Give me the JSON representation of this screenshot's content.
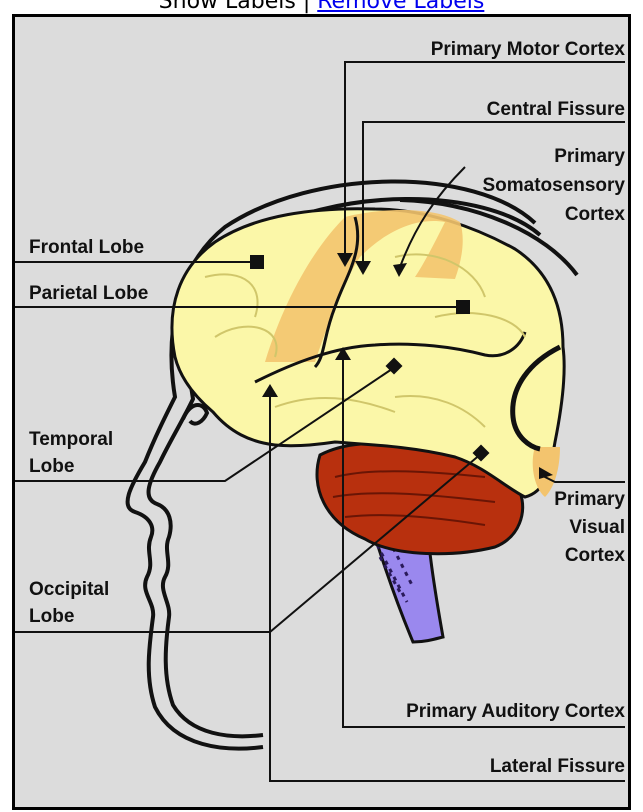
{
  "toolbar": {
    "show_labels": "Show Labels",
    "separator": "|",
    "remove_labels": "Remove Labels"
  },
  "labels": {
    "primary_motor_cortex": "Primary Motor Cortex",
    "central_fissure": "Central Fissure",
    "somatosensory_line1": "Primary",
    "somatosensory_line2": "Somatosensory",
    "somatosensory_line3": "Cortex",
    "frontal_lobe": "Frontal Lobe",
    "parietal_lobe": "Parietal Lobe",
    "temporal_line1": "Temporal",
    "temporal_line2": "Lobe",
    "occipital_line1": "Occipital",
    "occipital_line2": "Lobe",
    "visual_line1": "Primary",
    "visual_line2": "Visual",
    "visual_line3": "Cortex",
    "primary_auditory_cortex": "Primary Auditory Cortex",
    "lateral_fissure": "Lateral Fissure"
  },
  "colors": {
    "background": "#dcdcdc",
    "cerebrum": "#fbf7a8",
    "cortex_highlight": "#f3c46e",
    "cerebellum": "#b8300e",
    "brainstem": "#9a88ee",
    "outline": "#111111"
  }
}
